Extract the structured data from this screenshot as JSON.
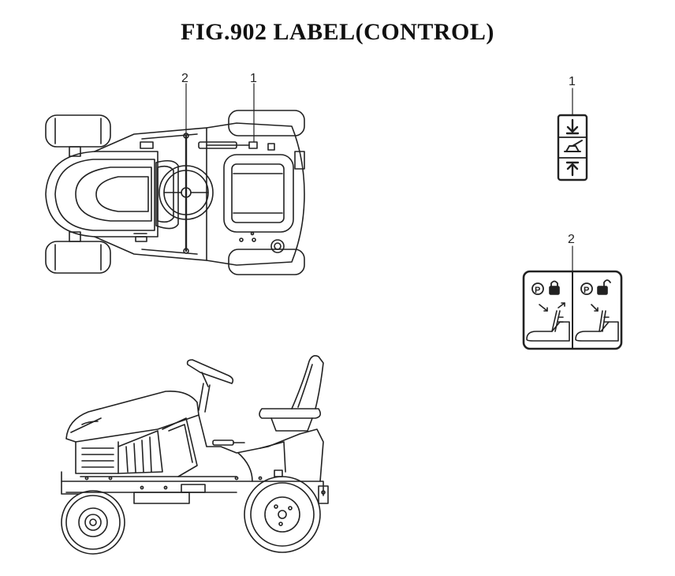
{
  "figure": {
    "title": "FIG.902  LABEL(CONTROL)",
    "callouts": {
      "top_view_2": "2",
      "top_view_1": "1",
      "label_1": "1",
      "label_2": "2"
    }
  },
  "colors": {
    "line": "#222222",
    "background": "#ffffff"
  }
}
